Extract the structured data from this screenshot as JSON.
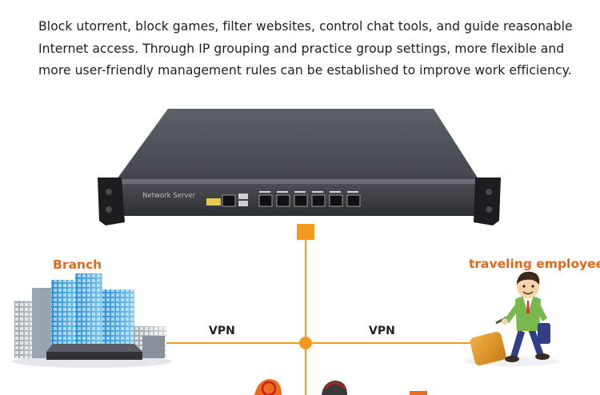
{
  "intro": {
    "line1": "Block utorrent, block games, filter websites, control chat tools, and guide reasonable",
    "line2": "Internet access. Through IP grouping and practice group settings, more flexible and",
    "line3": "more user-friendly management rules can be established to improve work efficiency."
  },
  "device": {
    "label": "Network Server"
  },
  "network": {
    "branch_label": "Branch",
    "traveling_label": "traveling employees",
    "vpn_left": "VPN",
    "vpn_right": "VPN"
  },
  "colors": {
    "accent_orange": "#f39a1e",
    "label_orange": "#e8661a"
  }
}
